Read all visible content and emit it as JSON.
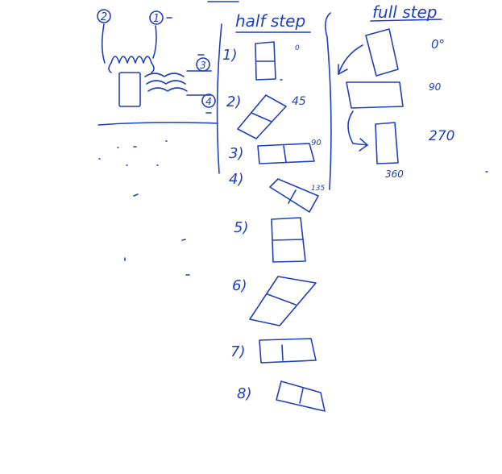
{
  "ink_color": "#1f3fbf",
  "headings": {
    "half_step": "half step",
    "full_step": "full step"
  },
  "coil_labels": [
    "2",
    "1",
    "3",
    "4"
  ],
  "half_step_labels": [
    "1)",
    "2)",
    "3)",
    "4)",
    "5)",
    "6)",
    "7)",
    "8)"
  ],
  "half_step_angles": [
    "0",
    "45",
    "90",
    "135"
  ],
  "full_step_angles": [
    "0°",
    "90",
    "270",
    "360"
  ]
}
